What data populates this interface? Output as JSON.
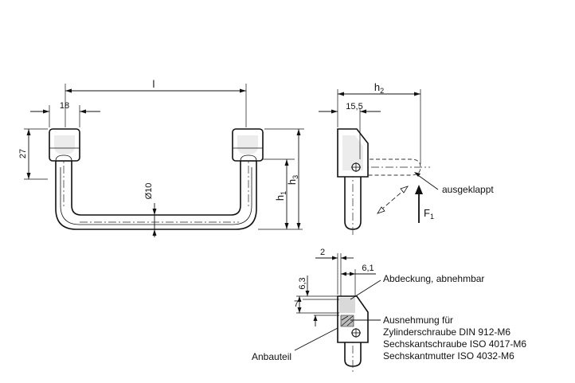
{
  "front_view": {
    "dim_l": "l",
    "dim_18": "18",
    "dim_27": "27",
    "dim_d10": "Ø10",
    "dim_h1_base": "h",
    "dim_h1_sub": "1",
    "dim_h3_base": "h",
    "dim_h3_sub": "3"
  },
  "side_view": {
    "dim_h2_base": "h",
    "dim_h2_sub": "2",
    "dim_15_5": "15,5",
    "label_folded": "ausgeklappt",
    "force_base": "F",
    "force_sub": "1"
  },
  "detail_view": {
    "dim_2": "2",
    "dim_6_1": "6,1",
    "dim_6_3": "6,3",
    "dim_7": "7",
    "label_cover": "Abdeckung, abnehmbar",
    "recess_lines": [
      "Ausnehmung für",
      "Zylinderschraube DIN 912-M6",
      "Sechskantschraube ISO 4017-M6",
      "Sechskantmutter ISO 4032-M6"
    ],
    "label_part": "Anbauteil"
  }
}
